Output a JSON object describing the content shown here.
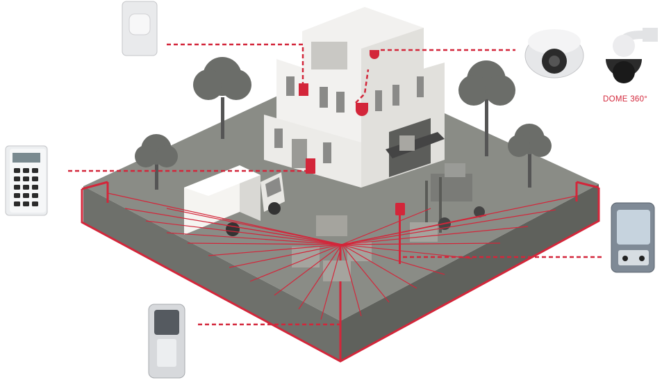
{
  "labels": {
    "dome_360": "DOME 360°"
  },
  "colors": {
    "accent_red": "#d3263a",
    "ground": "#8a8c86",
    "ground_side": "#6e706b",
    "tree": "#6b6d69",
    "building": "#f2f1ef",
    "building_shadow": "#c9c8c4",
    "device_body": "#e9eaec"
  },
  "devices": [
    {
      "icon": "pir-motion-sensor-icon",
      "role": "indoor motion detector"
    },
    {
      "icon": "keypad-icon",
      "role": "alarm control keypad"
    },
    {
      "icon": "dome-camera-icon",
      "role": "dome camera"
    },
    {
      "icon": "ptz-camera-icon",
      "role": "pan tilt zoom camera"
    },
    {
      "icon": "outdoor-detector-icon",
      "role": "outdoor perimeter detector"
    },
    {
      "icon": "barrier-detector-icon",
      "role": "outdoor barrier detector"
    }
  ]
}
